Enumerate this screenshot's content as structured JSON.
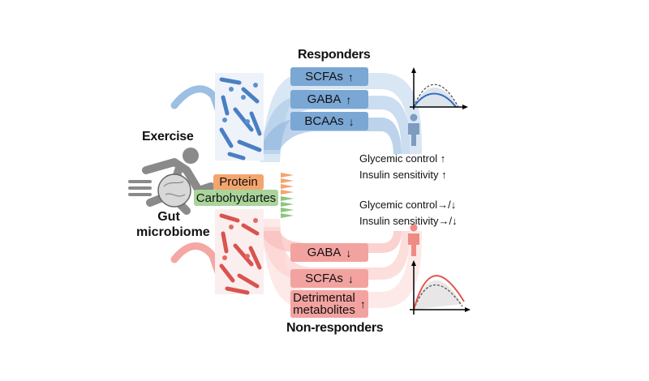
{
  "labels": {
    "responders": "Responders",
    "non_responders": "Non-responders",
    "exercise": "Exercise",
    "gut_microbiome_line1": "Gut",
    "gut_microbiome_line2": "microbiome"
  },
  "responder_metabolites": [
    {
      "name": "SCFAs",
      "direction": "↑"
    },
    {
      "name": "GABA",
      "direction": "↑"
    },
    {
      "name": "BCAAs",
      "direction": "↓"
    }
  ],
  "non_responder_metabolites": [
    {
      "name": "GABA",
      "direction": "↓"
    },
    {
      "name": "SCFAs",
      "direction": "↓"
    },
    {
      "name_line1": "Detrimental",
      "name_line2": "metabolites",
      "direction": "↑"
    }
  ],
  "nutrients": {
    "protein": "Protein",
    "carbohydrates": "Carbohydartes"
  },
  "responder_outcomes": [
    {
      "text": "Glycemic control",
      "direction": "↑"
    },
    {
      "text": "Insulin sensitivity",
      "direction": "↑"
    }
  ],
  "non_responder_outcomes": [
    {
      "text": "Glycemic control",
      "direction": "→/↓"
    },
    {
      "text": "Insulin sensitivity",
      "direction": "→/↓"
    }
  ],
  "colors": {
    "responder_blue": "#7ba7d4",
    "responder_light": "#c9dcef",
    "non_responder_red": "#f2a3a0",
    "non_responder_light": "#fbd8d6",
    "protein": "#f4a56e",
    "carbohydrate": "#a9d49a",
    "runner_gray": "#8a8a8a"
  }
}
